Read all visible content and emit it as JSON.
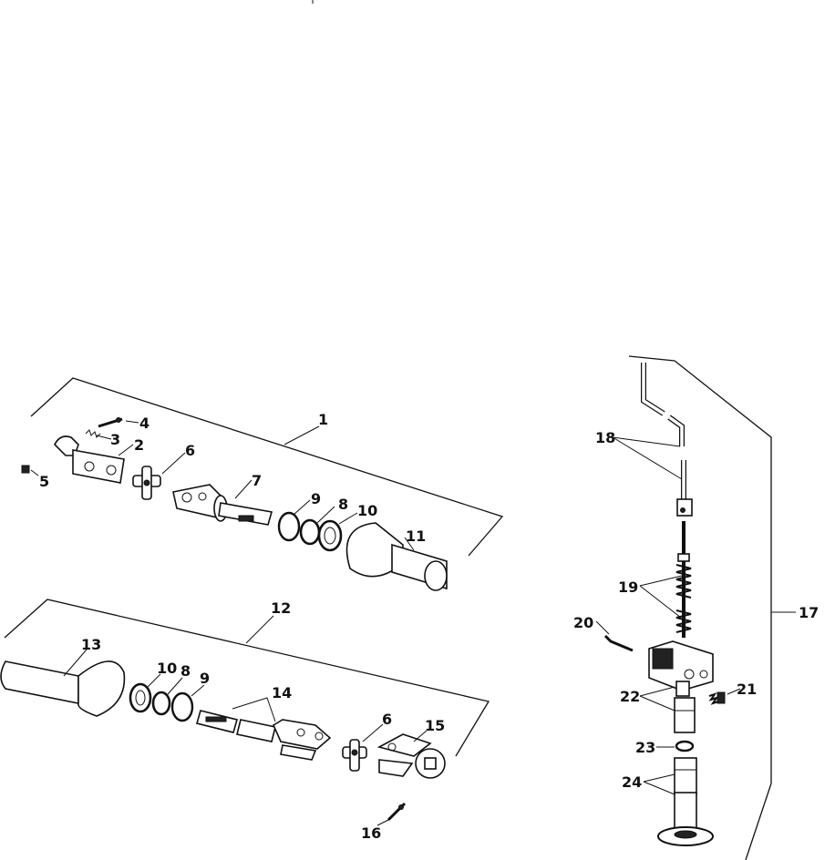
{
  "callouts": {
    "c1": "1",
    "c2": "2",
    "c3": "3",
    "c4": "4",
    "c5": "5",
    "c6a": "6",
    "c7": "7",
    "c8a": "8",
    "c9a": "9",
    "c10a": "10",
    "c11": "11",
    "c12": "12",
    "c13": "13",
    "c10b": "10",
    "c8b": "8",
    "c9b": "9",
    "c14": "14",
    "c6b": "6",
    "c15": "15",
    "c16": "16",
    "c17": "17",
    "c18": "18",
    "c19": "19",
    "c20": "20",
    "c21": "21",
    "c22": "22",
    "c23": "23",
    "c24": "24"
  }
}
